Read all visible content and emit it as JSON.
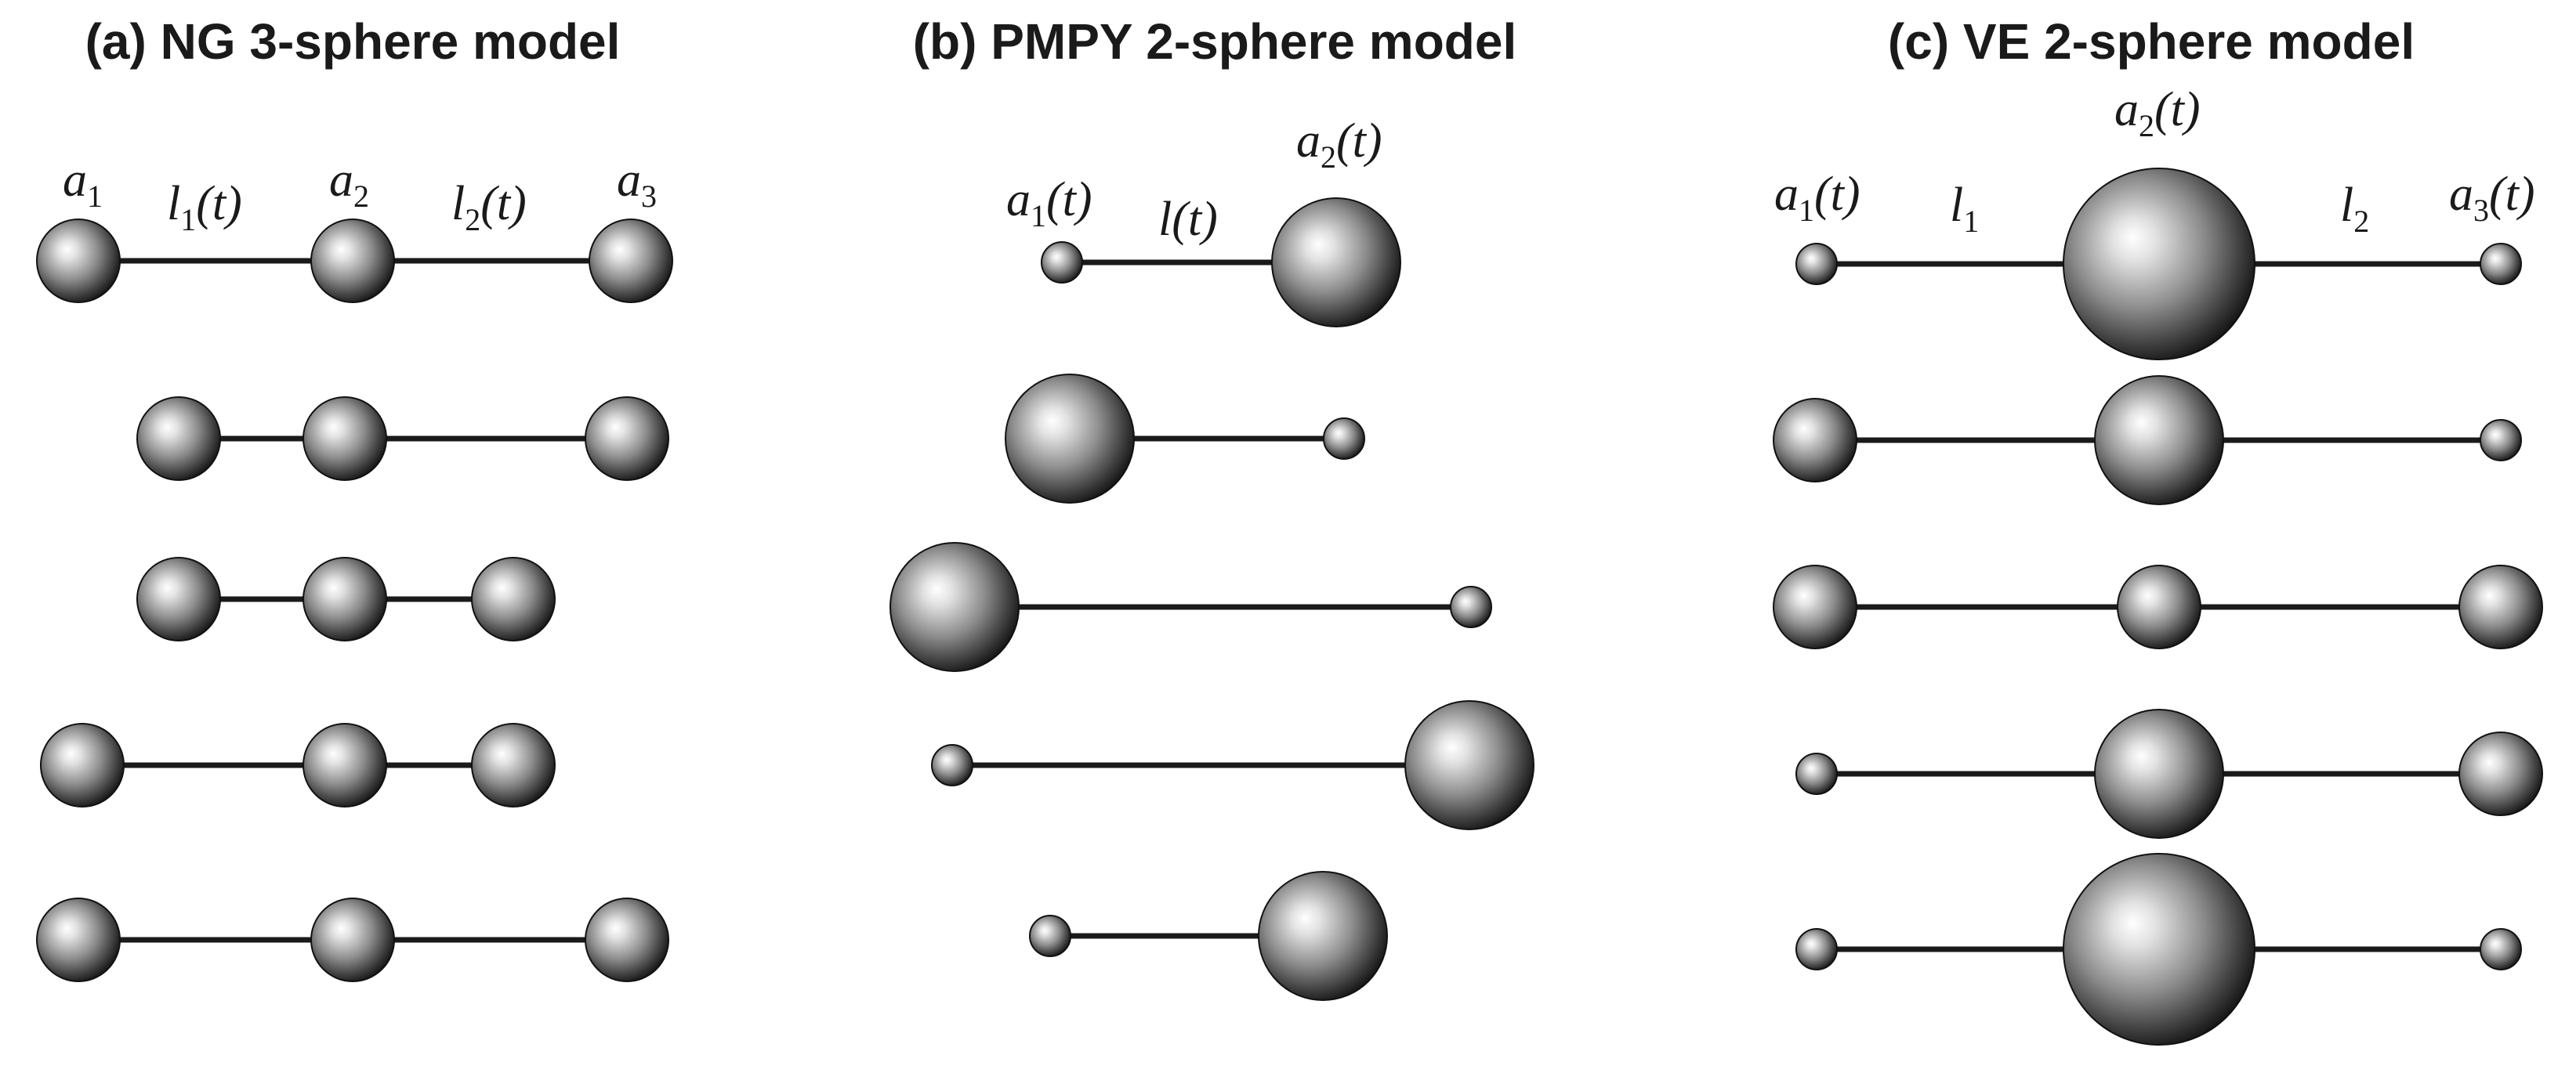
{
  "panels": [
    {
      "id": "a",
      "title": "(a) NG 3-sphere model",
      "labels": [
        {
          "base": "a",
          "sub": "1",
          "arg": ""
        },
        {
          "base": "l",
          "sub": "1",
          "arg": "(t)"
        },
        {
          "base": "a",
          "sub": "2",
          "arg": ""
        },
        {
          "base": "l",
          "sub": "2",
          "arg": "(t)"
        },
        {
          "base": "a",
          "sub": "3",
          "arg": ""
        }
      ]
    },
    {
      "id": "b",
      "title": "(b) PMPY 2-sphere model",
      "labels": [
        {
          "base": "a",
          "sub": "1",
          "arg": "(t)"
        },
        {
          "base": "l",
          "sub": "",
          "arg": "(t)"
        },
        {
          "base": "a",
          "sub": "2",
          "arg": "(t)"
        }
      ]
    },
    {
      "id": "c",
      "title": "(c) VE 2-sphere model",
      "labels": [
        {
          "base": "a",
          "sub": "1",
          "arg": "(t)"
        },
        {
          "base": "l",
          "sub": "1",
          "arg": ""
        },
        {
          "base": "a",
          "sub": "2",
          "arg": "(t)"
        },
        {
          "base": "l",
          "sub": "2",
          "arg": ""
        },
        {
          "base": "a",
          "sub": "3",
          "arg": "(t)"
        }
      ]
    }
  ]
}
